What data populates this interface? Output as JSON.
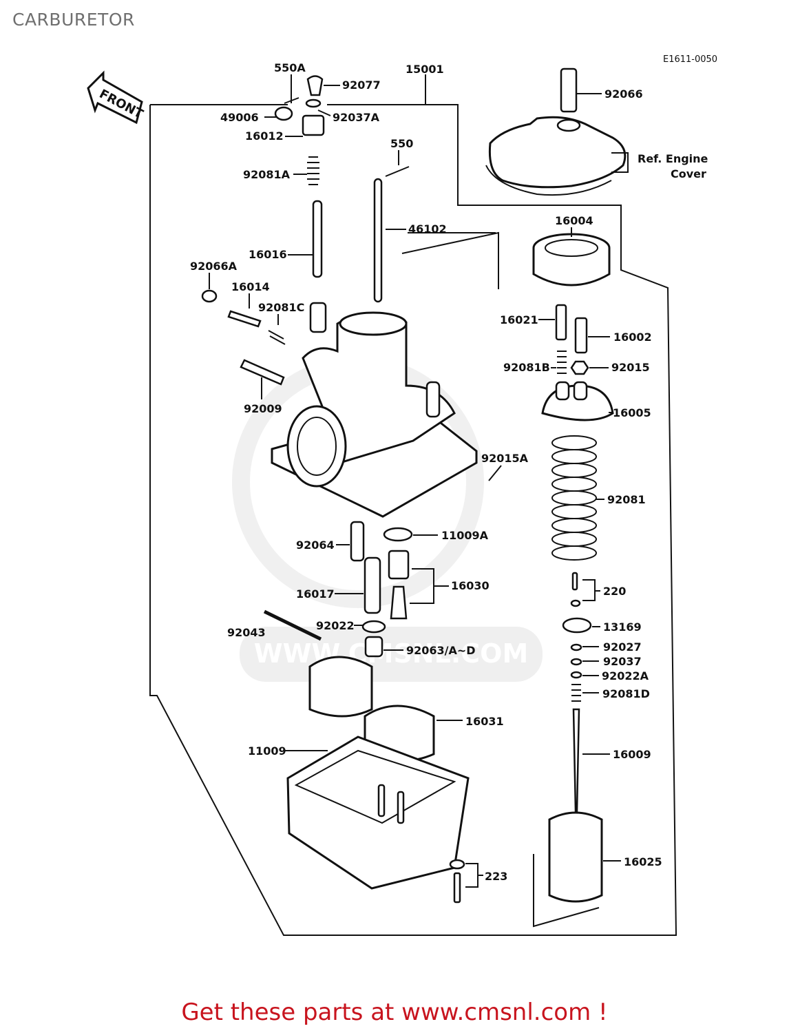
{
  "page": {
    "title": "CARBURETOR",
    "diagram_code": "E1611-0050",
    "front_label": "FRONT",
    "footer_text": "Get these parts at www.cmsnl.com !",
    "footer_color": "#c8141e",
    "watermark": "WWW.CMSNL.COM"
  },
  "callouts": [
    {
      "id": "550a",
      "text": "550A"
    },
    {
      "id": "15001",
      "text": "15001"
    },
    {
      "id": "92077",
      "text": "92077"
    },
    {
      "id": "92066",
      "text": "92066"
    },
    {
      "id": "49006",
      "text": "49006"
    },
    {
      "id": "92037a",
      "text": "92037A"
    },
    {
      "id": "16012",
      "text": "16012"
    },
    {
      "id": "550",
      "text": "550"
    },
    {
      "id": "92081a",
      "text": "92081A"
    },
    {
      "id": "46102",
      "text": "46102"
    },
    {
      "id": "16004",
      "text": "16004"
    },
    {
      "id": "16016",
      "text": "16016"
    },
    {
      "id": "92066a",
      "text": "92066A"
    },
    {
      "id": "16014",
      "text": "16014"
    },
    {
      "id": "92081c",
      "text": "92081C"
    },
    {
      "id": "16021",
      "text": "16021"
    },
    {
      "id": "16002",
      "text": "16002"
    },
    {
      "id": "92081b",
      "text": "92081B"
    },
    {
      "id": "92015",
      "text": "92015"
    },
    {
      "id": "92009",
      "text": "92009"
    },
    {
      "id": "16005",
      "text": "16005"
    },
    {
      "id": "92015a",
      "text": "92015A"
    },
    {
      "id": "92081",
      "text": "92081"
    },
    {
      "id": "92064",
      "text": "92064"
    },
    {
      "id": "11009a",
      "text": "11009A"
    },
    {
      "id": "16030",
      "text": "16030"
    },
    {
      "id": "220",
      "text": "220"
    },
    {
      "id": "16017",
      "text": "16017"
    },
    {
      "id": "92043",
      "text": "92043"
    },
    {
      "id": "92022",
      "text": "92022"
    },
    {
      "id": "13169",
      "text": "13169"
    },
    {
      "id": "92063",
      "text": "92063/A~D"
    },
    {
      "id": "92027",
      "text": "92027"
    },
    {
      "id": "92037",
      "text": "92037"
    },
    {
      "id": "92022a",
      "text": "92022A"
    },
    {
      "id": "92081d",
      "text": "92081D"
    },
    {
      "id": "16031",
      "text": "16031"
    },
    {
      "id": "11009",
      "text": "11009"
    },
    {
      "id": "16009",
      "text": "16009"
    },
    {
      "id": "16025",
      "text": "16025"
    },
    {
      "id": "223",
      "text": "223"
    }
  ],
  "ref_note": {
    "line1": "Ref. Engine",
    "line2": "Cover"
  }
}
